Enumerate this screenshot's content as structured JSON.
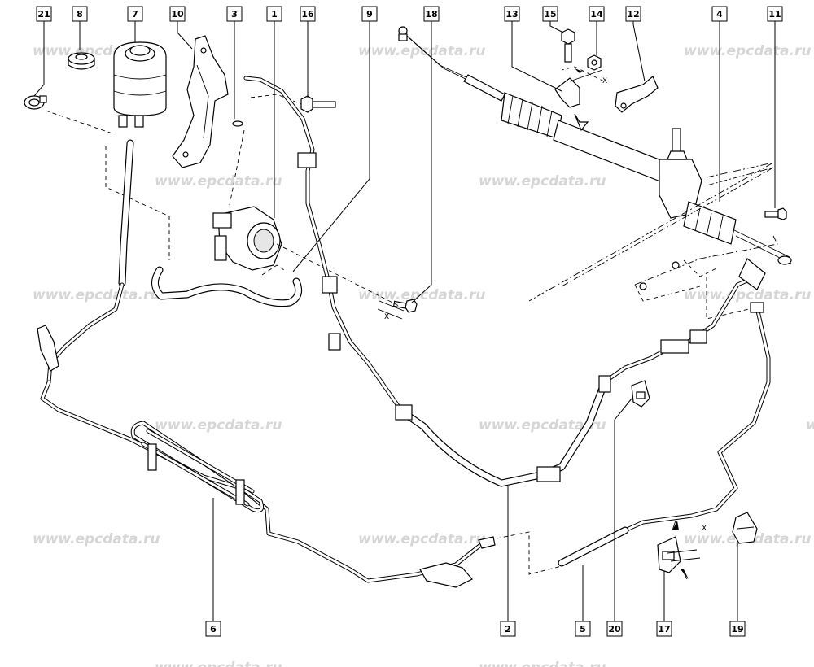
{
  "watermark": "www.epcdata.ru",
  "callouts": [
    "21",
    "8",
    "7",
    "10",
    "3",
    "1",
    "16",
    "9",
    "18",
    "13",
    "15",
    "14",
    "12",
    "4",
    "11",
    "6",
    "2",
    "5",
    "20",
    "17",
    "19"
  ],
  "x_marks": [
    "X",
    "X",
    "X"
  ]
}
